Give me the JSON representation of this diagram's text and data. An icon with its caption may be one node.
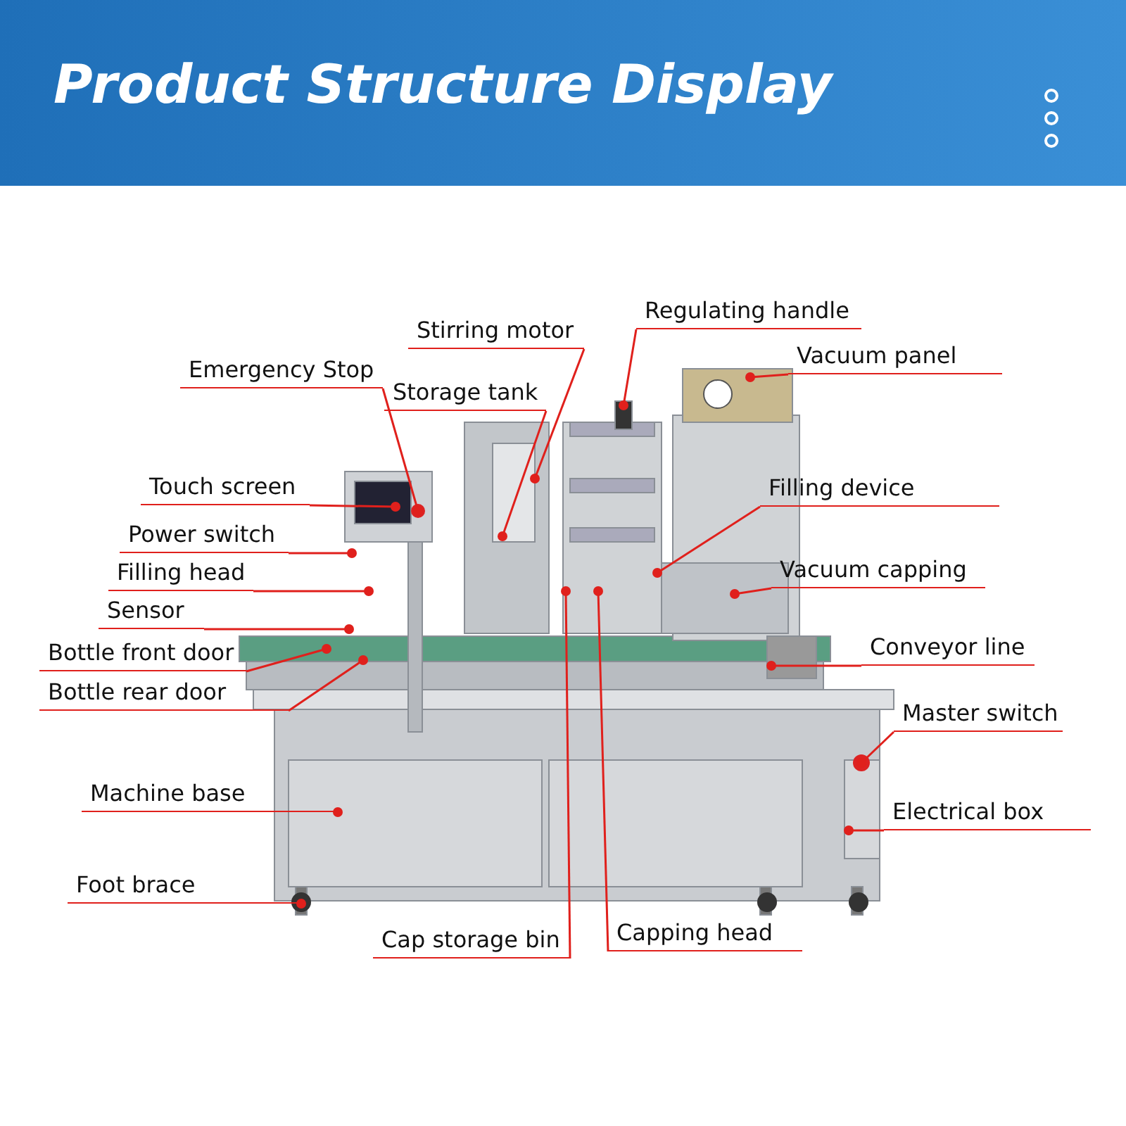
{
  "diagram": {
    "title": "Product Structure Display",
    "nodes": [
      {
        "text": [
          "Regulating handle"
        ]
      },
      {
        "text": [
          "Stirring motor"
        ]
      },
      {
        "text": [
          "Vacuum panel"
        ]
      },
      {
        "text": [
          "Emergency Stop"
        ]
      },
      {
        "text": [
          "Storage tank"
        ]
      },
      {
        "text": [
          "Touch screen"
        ]
      },
      {
        "text": [
          "Filling device"
        ]
      },
      {
        "text": [
          "Power switch"
        ]
      },
      {
        "text": [
          "Vacuum capping"
        ]
      },
      {
        "text": [
          "Filling head"
        ]
      },
      {
        "text": [
          "Sensor"
        ]
      },
      {
        "text": [
          "Conveyor line"
        ]
      },
      {
        "text": [
          "Bottle front door"
        ]
      },
      {
        "text": [
          "Bottle rear door"
        ]
      },
      {
        "text": [
          "Master switch"
        ]
      },
      {
        "text": [
          "Machine base"
        ]
      },
      {
        "text": [
          "Electrical box"
        ]
      },
      {
        "text": [
          "Foot brace"
        ]
      },
      {
        "text": [
          "Capping head"
        ]
      },
      {
        "text": [
          "Cap storage bin"
        ]
      }
    ],
    "edges": [
      {
        "from": 0,
        "to": null,
        "arrow": "other"
      },
      {
        "from": 1,
        "to": null,
        "arrow": "other"
      },
      {
        "from": 2,
        "to": null,
        "arrow": "other"
      },
      {
        "from": 3,
        "to": null,
        "arrow": "other"
      },
      {
        "from": 4,
        "to": null,
        "arrow": "other"
      },
      {
        "from": 5,
        "to": null,
        "arrow": "other"
      },
      {
        "from": 6,
        "to": null,
        "arrow": "other"
      },
      {
        "from": 7,
        "to": null,
        "arrow": "other"
      },
      {
        "from": 8,
        "to": null,
        "arrow": "other"
      },
      {
        "from": 9,
        "to": null,
        "arrow": "other"
      },
      {
        "from": 10,
        "to": null,
        "arrow": "other"
      },
      {
        "from": 11,
        "to": null,
        "arrow": "other"
      },
      {
        "from": 12,
        "to": null,
        "arrow": "other"
      },
      {
        "from": 13,
        "to": null,
        "arrow": "other"
      },
      {
        "from": 14,
        "to": null,
        "arrow": "other"
      },
      {
        "from": 15,
        "to": null,
        "arrow": "other"
      },
      {
        "from": 16,
        "to": null,
        "arrow": "other"
      },
      {
        "from": 17,
        "to": null,
        "arrow": "other"
      },
      {
        "from": 18,
        "to": null,
        "arrow": "other"
      },
      {
        "from": 19,
        "to": null,
        "arrow": "other"
      }
    ]
  }
}
